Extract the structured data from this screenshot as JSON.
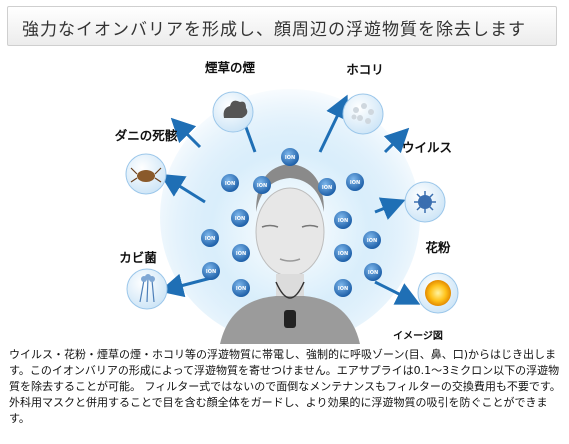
{
  "header": {
    "title": "強力なイオンバリアを形成し、顔周辺の浮遊物質を除去します"
  },
  "illustration": {
    "ion_label": "ION",
    "pollutants": [
      {
        "label": "煙草の煙",
        "icon": "smoke-icon"
      },
      {
        "label": "ホコリ",
        "icon": "dust-icon"
      },
      {
        "label": "ダニの死骸",
        "icon": "mite-icon"
      },
      {
        "label": "ウイルス",
        "icon": "virus-icon"
      },
      {
        "label": "カビ菌",
        "icon": "mold-icon"
      },
      {
        "label": "花粉",
        "icon": "pollen-icon"
      }
    ],
    "caption": "イメージ図",
    "colors": {
      "aura": "#bfe0f7",
      "arrow": "#1f6fb5",
      "ion": "#2b78c4",
      "pollen": "#f5a400"
    }
  },
  "description": {
    "text": "ウイルス・花粉・煙草の煙・ホコリ等の浮遊物質に帯電し、強制的に呼吸ゾーン(目、鼻、口)からはじき出します。このイオンバリアの形成によって浮遊物質を寄せつけません。エアサプライは0.1～3ミクロン以下の浮遊物質を除去することが可能。 フィルター式ではないので面倒なメンテナンスもフィルターの交換費用も不要です。外科用マスクと併用することで目を含む顔全体をガードし、より効果的に浮遊物質の吸引を防ぐことができます。"
  }
}
